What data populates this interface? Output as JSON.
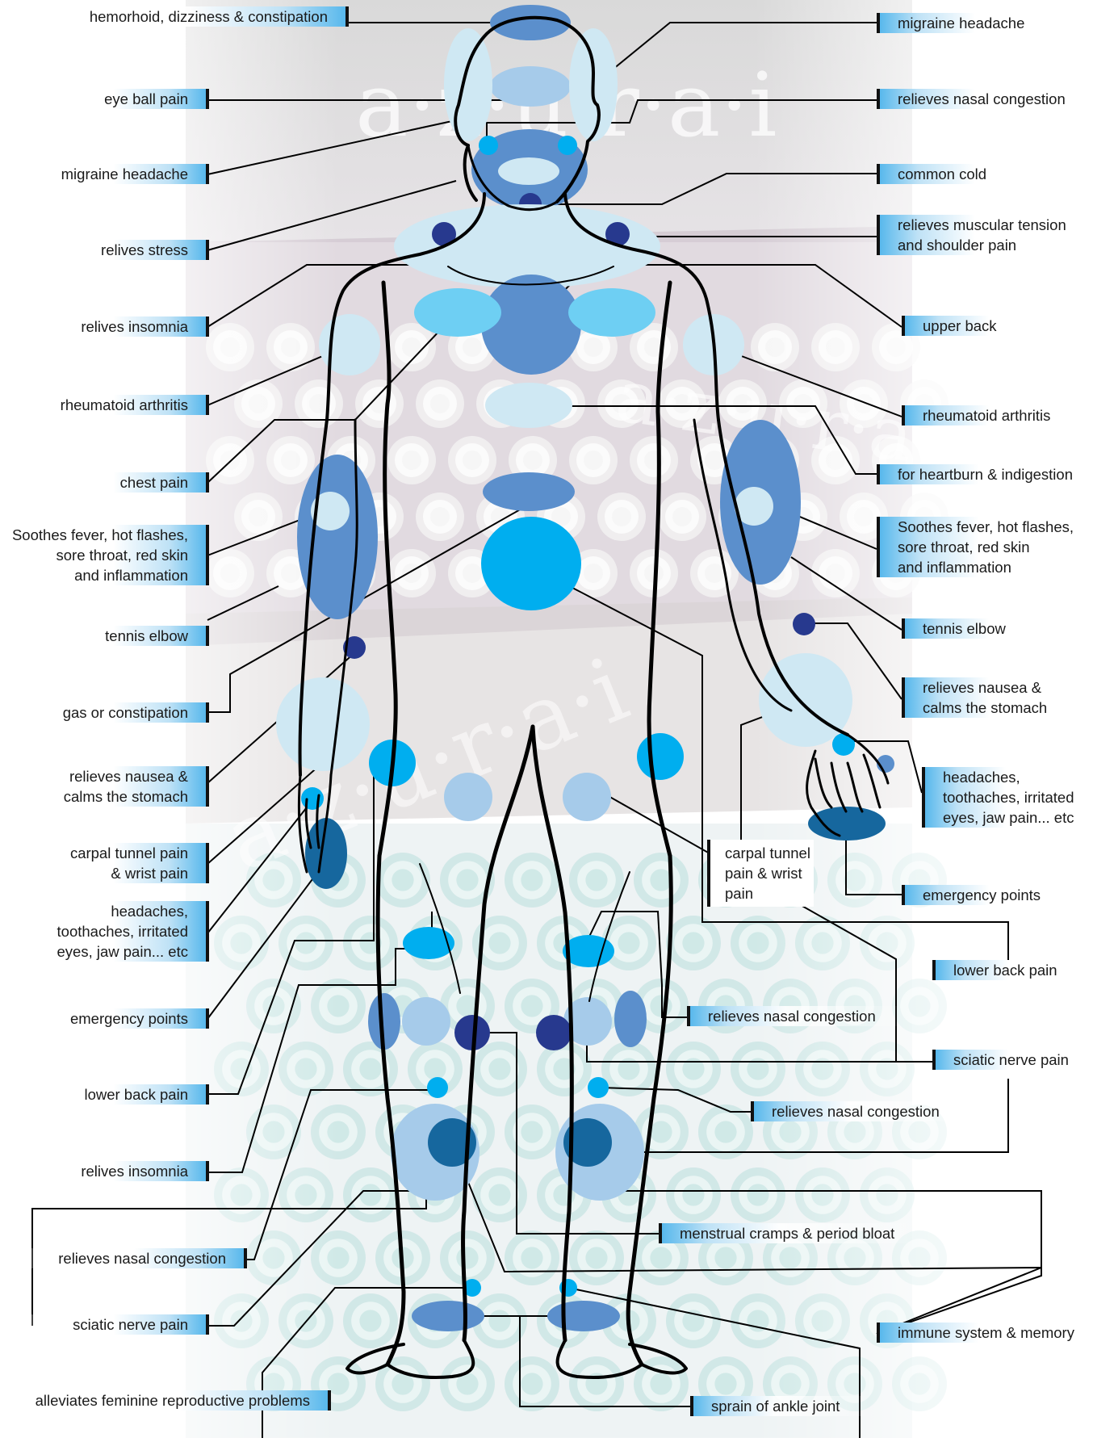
{
  "diagram": {
    "watermark": "a·z·u·r·a·i",
    "colors": {
      "pale": "#cfe8f3",
      "light": "#a6cbea",
      "medium": "#5b8fcc",
      "sky": "#00aeef",
      "cyan_light": "#6ecff3",
      "navy": "#27398e",
      "deep": "#16679e",
      "outline": "#000000"
    },
    "left_labels": [
      {
        "id": "hemorhoid",
        "lines": [
          "hemorhoid, dizziness & constipation"
        ]
      },
      {
        "id": "eye-ball-pain",
        "lines": [
          "eye ball pain"
        ]
      },
      {
        "id": "migraine-headache-left",
        "lines": [
          "migraine headache"
        ]
      },
      {
        "id": "relives-stress",
        "lines": [
          "relives stress"
        ]
      },
      {
        "id": "relives-insomnia-upper",
        "lines": [
          "relives insomnia"
        ]
      },
      {
        "id": "rheumatoid-arthritis-left",
        "lines": [
          "rheumatoid arthritis"
        ]
      },
      {
        "id": "chest-pain",
        "lines": [
          "chest pain"
        ]
      },
      {
        "id": "soothes-fever-left",
        "lines": [
          "Soothes fever, hot flashes,",
          "sore throat, red skin",
          "and inflammation"
        ]
      },
      {
        "id": "tennis-elbow-left",
        "lines": [
          "tennis elbow"
        ]
      },
      {
        "id": "gas-or-constipation",
        "lines": [
          "gas or constipation"
        ]
      },
      {
        "id": "relieves-nausea-left",
        "lines": [
          "relieves nausea &",
          "calms the stomach"
        ]
      },
      {
        "id": "carpal-tunnel-left",
        "lines": [
          "carpal tunnel pain",
          "& wrist pain"
        ]
      },
      {
        "id": "headaches-left",
        "lines": [
          "headaches,",
          "toothaches, irritated",
          "eyes, jaw pain... etc"
        ]
      },
      {
        "id": "emergency-points-left",
        "lines": [
          "emergency points"
        ]
      },
      {
        "id": "lower-back-pain-left",
        "lines": [
          "lower back pain"
        ]
      },
      {
        "id": "relives-insomnia-lower",
        "lines": [
          "relives insomnia"
        ]
      },
      {
        "id": "relieves-nasal-congestion-left",
        "lines": [
          "relieves nasal congestion"
        ]
      },
      {
        "id": "sciatic-nerve-pain-left",
        "lines": [
          "sciatic nerve pain"
        ]
      },
      {
        "id": "alleviates-feminine",
        "lines": [
          "alleviates feminine reproductive problems"
        ]
      }
    ],
    "right_labels": [
      {
        "id": "migraine-headache-right",
        "lines": [
          "migraine headache"
        ]
      },
      {
        "id": "relieves-nasal-congestion-top",
        "lines": [
          "relieves nasal congestion"
        ]
      },
      {
        "id": "common-cold",
        "lines": [
          "common cold"
        ]
      },
      {
        "id": "relieves-muscular-tension",
        "lines": [
          "relieves muscular tension",
          "and shoulder pain"
        ]
      },
      {
        "id": "upper-back",
        "lines": [
          "upper back"
        ]
      },
      {
        "id": "rheumatoid-arthritis-right",
        "lines": [
          "rheumatoid arthritis"
        ]
      },
      {
        "id": "heartburn-indigestion",
        "lines": [
          "for heartburn & indigestion"
        ]
      },
      {
        "id": "soothes-fever-right",
        "lines": [
          "Soothes fever, hot flashes,",
          "sore throat, red skin",
          "and inflammation"
        ]
      },
      {
        "id": "tennis-elbow-right",
        "lines": [
          "tennis elbow"
        ]
      },
      {
        "id": "relieves-nausea-right",
        "lines": [
          "relieves nausea &",
          "calms the stomach"
        ]
      },
      {
        "id": "headaches-right",
        "lines": [
          "headaches,",
          "toothaches, irritated",
          "eyes, jaw pain... etc"
        ]
      },
      {
        "id": "carpal-tunnel-right",
        "lines": [
          "carpal tunnel",
          "pain & wrist",
          "pain"
        ]
      },
      {
        "id": "emergency-points-right",
        "lines": [
          "emergency points"
        ]
      },
      {
        "id": "lower-back-pain-right",
        "lines": [
          "lower back pain"
        ]
      },
      {
        "id": "relieves-nasal-congestion-mid",
        "lines": [
          "relieves nasal congestion"
        ]
      },
      {
        "id": "sciatic-nerve-pain-right",
        "lines": [
          "sciatic nerve pain"
        ]
      },
      {
        "id": "relieves-nasal-congestion-knee",
        "lines": [
          "relieves nasal congestion"
        ]
      },
      {
        "id": "menstrual-cramps",
        "lines": [
          "menstrual cramps & period bloat"
        ]
      },
      {
        "id": "immune-system-memory",
        "lines": [
          "immune system & memory"
        ]
      },
      {
        "id": "sprain-of-ankle-joint",
        "lines": [
          "sprain of ankle joint"
        ]
      }
    ]
  }
}
